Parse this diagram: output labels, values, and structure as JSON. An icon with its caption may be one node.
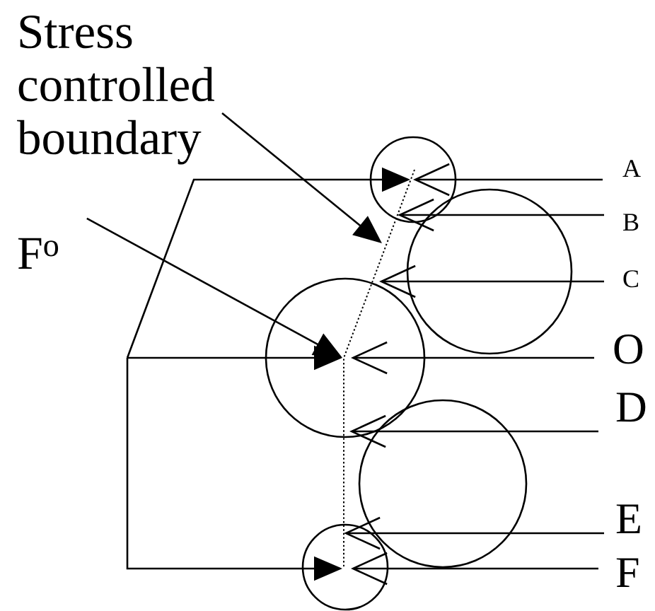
{
  "diagram": {
    "nodes": [
      {
        "text": [
          "Stress controlled boundary"
        ]
      },
      {
        "text": [],
        "shape": "circle"
      },
      {
        "text": [
          "A"
        ]
      },
      {
        "text": [],
        "shape": "line"
      },
      {
        "text": [],
        "shape": "circle"
      },
      {
        "text": [
          "B"
        ]
      },
      {
        "text": [
          "F$^{o}$"
        ]
      },
      {
        "text": [
          "C"
        ]
      },
      {
        "text": [],
        "shape": "circle"
      },
      {
        "text": [
          "O"
        ]
      },
      {
        "text": [
          "D"
        ]
      },
      {
        "text": [],
        "shape": "circle"
      },
      {
        "text": [
          "E"
        ]
      },
      {
        "text": [],
        "shape": "circle"
      },
      {
        "text": [
          "F"
        ]
      }
    ],
    "edges": [
      {
        "from": 0,
        "to": 3,
        "arrow": "to"
      },
      {
        "from": 2,
        "to": 1,
        "arrow": "to"
      },
      {
        "from": 5,
        "to": 3,
        "arrow": "to"
      },
      {
        "from": 6,
        "to": 8,
        "arrow": "to"
      },
      {
        "from": 7,
        "to": 3,
        "arrow": "to"
      },
      {
        "from": 9,
        "to": 8,
        "arrow": "to"
      },
      {
        "from": 10,
        "to": 3,
        "arrow": "to"
      },
      {
        "from": 12,
        "to": 3,
        "arrow": "to"
      },
      {
        "from": 14,
        "to": 13,
        "arrow": "to"
      },
      {
        "from": null,
        "to": 1,
        "arrow": "to"
      },
      {
        "from": null,
        "to": 8,
        "arrow": "to"
      },
      {
        "from": null,
        "to": 13,
        "arrow": "to"
      }
    ]
  }
}
